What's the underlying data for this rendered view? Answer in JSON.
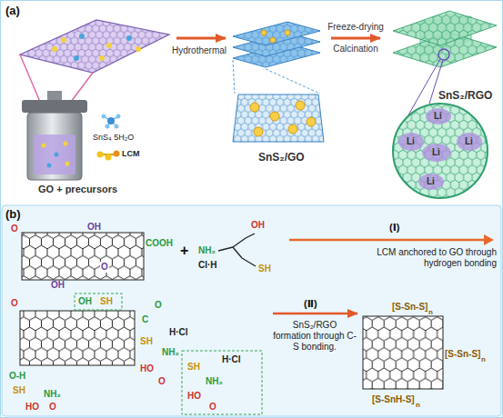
{
  "diagram": {
    "nodes": [
      {
        "text": [
          "GO + precursors"
        ]
      },
      {
        "text": [
          "SnS₂/GO"
        ]
      },
      {
        "text": [
          "SnS₂/RGO"
        ]
      },
      {
        "text": [
          "O",
          "OH",
          "COOH",
          "OH",
          "O"
        ]
      },
      {
        "text": [
          "OH",
          "NH₂",
          "Cl·H",
          "SH"
        ]
      },
      {
        "text": [
          "O",
          "OH",
          "SH",
          "C",
          "O",
          "H·Cl",
          "SH",
          "NH₂",
          "HO",
          "O",
          "O-H",
          "SH",
          "NH₂",
          "HO",
          "O",
          "SH",
          "H·Cl",
          "NH₂",
          "HO",
          "O"
        ]
      },
      {
        "text": [
          "[S-Sn-S]",
          "n",
          "[S-Sn-S]",
          "n",
          "[S-SnH-S]",
          "n"
        ]
      }
    ],
    "edges": [
      {
        "from": 0,
        "to": 1,
        "arrow": "to",
        "label": "Hydrothermal"
      },
      {
        "from": 1,
        "to": 2,
        "arrow": "to",
        "label": "Freeze-drying"
      },
      {
        "from": 5,
        "to": 6,
        "arrow": "to",
        "label": "SnS₂/RGO formation through C-S bonding."
      }
    ],
    "labels": [
      "(a)",
      "SnS₄ 5H₂O",
      "LCM",
      "Calcination",
      "Li",
      "Li",
      "Li",
      "Li",
      "Li",
      "(b)",
      "+",
      "(Ⅰ)",
      "LCM anchored to GO through hydrogen bonding",
      "(Ⅱ)"
    ]
  }
}
